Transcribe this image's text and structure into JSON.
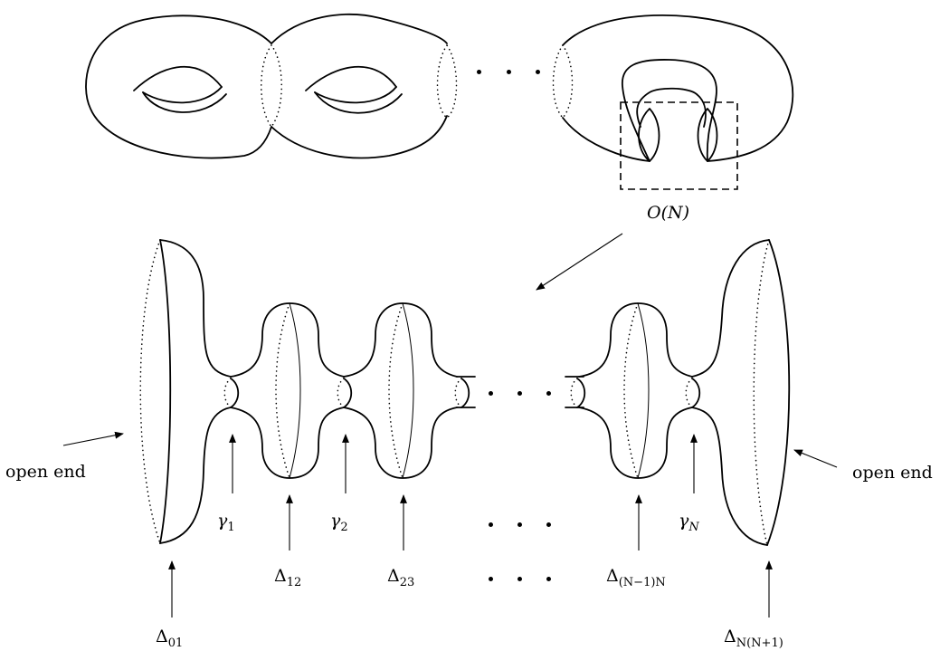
{
  "labels": {
    "o_n": "O(N)",
    "open_end_left": "open end",
    "open_end_right": "open end",
    "delta": "Δ",
    "gamma": "γ",
    "delta_01_sub": "01",
    "delta_12_sub": "12",
    "delta_23_sub": "23",
    "delta_nm1n_sub": "(N−1)N",
    "delta_nnp1_sub": "N(N+1)",
    "gamma_1_sub": "1",
    "gamma_2_sub": "2",
    "gamma_n_sub": "N"
  }
}
